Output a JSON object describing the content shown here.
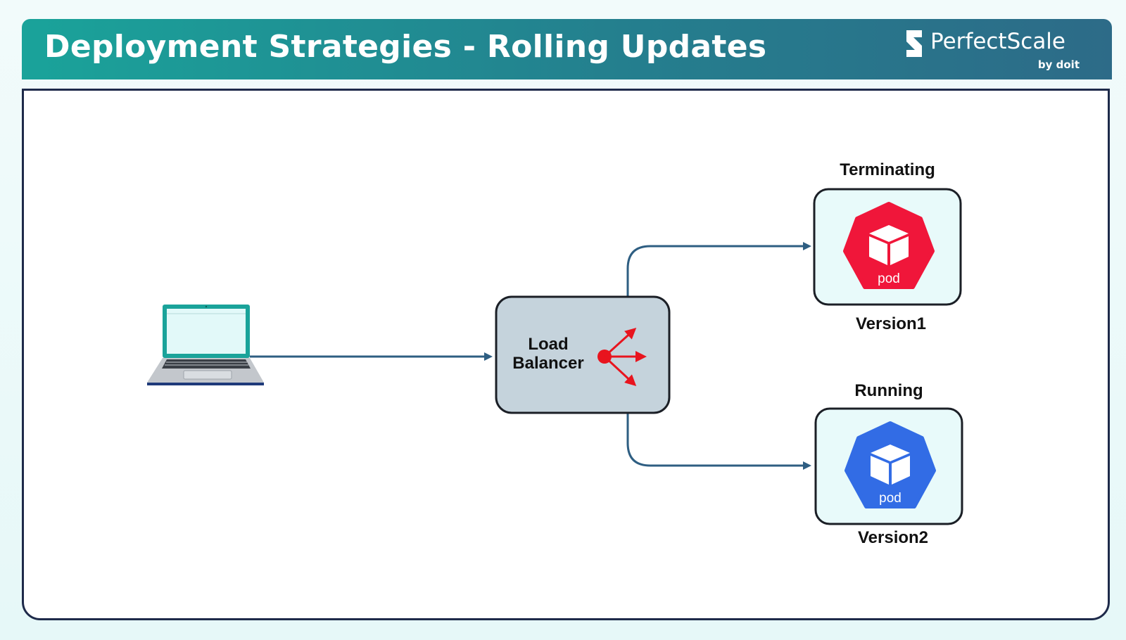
{
  "header": {
    "title": "Deployment Strategies - Rolling Updates",
    "brand_name": "PerfectScale",
    "brand_sub": "by doit"
  },
  "diagram": {
    "client": {
      "icon": "laptop-icon"
    },
    "load_balancer": {
      "line1": "Load",
      "line2": "Balancer",
      "icon": "split-arrows-icon"
    },
    "pods": [
      {
        "status": "Terminating",
        "icon_text": "pod",
        "version": "Version1",
        "color": "#f0163a"
      },
      {
        "status": "Running",
        "icon_text": "pod",
        "version": "Version2",
        "color": "#326ce5"
      }
    ]
  },
  "colors": {
    "header_start": "#1aa39a",
    "header_end": "#2d6b88",
    "connector": "#2e5e82",
    "box_fill": "#e8fafa",
    "lb_fill": "#c5d3dc",
    "lb_arrows": "#e8141e"
  }
}
